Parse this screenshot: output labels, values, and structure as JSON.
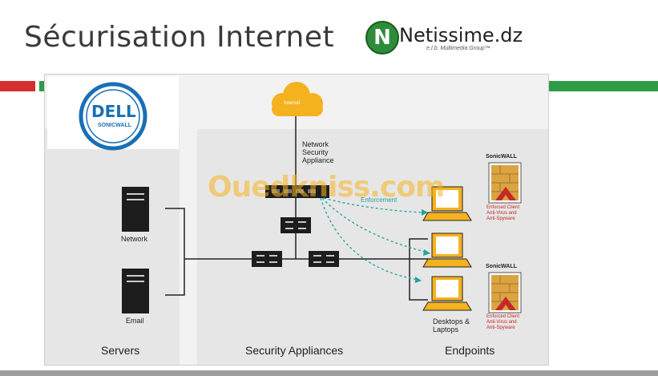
{
  "header": {
    "title": "Sécurisation Internet",
    "brand_letter": "N",
    "brand_name": "Netissime.dz",
    "brand_tagline": "e.I.b. Multimedia Group™"
  },
  "diagram": {
    "dell_logo": "DELL",
    "sonicwall_logo": "SONICWALL",
    "cloud_label": "Internet",
    "appliance_label": [
      "Network",
      "Security",
      "Appliance"
    ],
    "enforcement_label": "Enforcement",
    "server_labels": [
      "Network",
      "Email"
    ],
    "desktops_label": [
      "Desktops &",
      "Laptops"
    ],
    "sonicwall_brand": "SonicWALL",
    "shield_text": [
      "Enforced Client",
      "Anti-Virus and",
      "Anti-Spyware"
    ],
    "sections": [
      "Servers",
      "Security Appliances",
      "Endpoints"
    ],
    "watermark": "Ouedkniss.com"
  },
  "colors": {
    "cloud": "#f5b21f",
    "laptop": "#f5b21f",
    "dashed": "#1fa39a",
    "red_accent": "#d32f2f",
    "green_accent": "#2e9b46"
  }
}
